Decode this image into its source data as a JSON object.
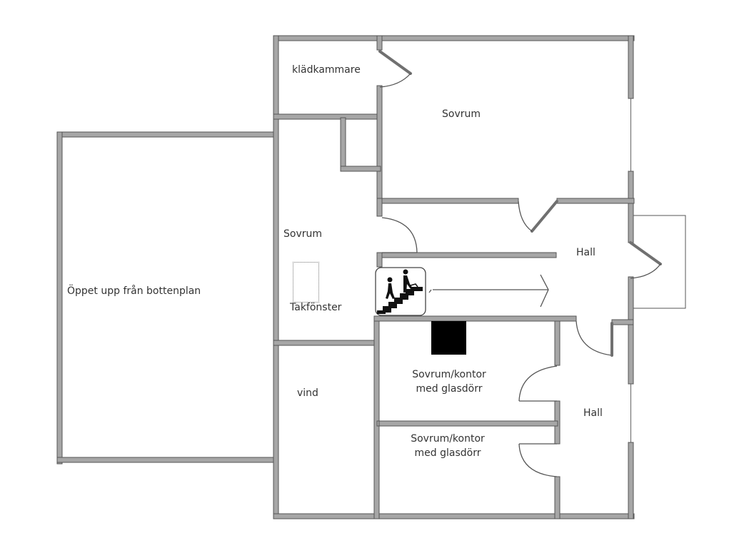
{
  "plan": {
    "type": "floor plan",
    "wall_color": "#a6a6a6",
    "wall_edge_color": "#5a5a5a",
    "background": "#ffffff"
  },
  "rooms": {
    "kladkammare": {
      "label": "klädkammare"
    },
    "sovrum_top": {
      "label": "Sovrum"
    },
    "sovrum_left": {
      "label": "Sovrum"
    },
    "takfonster": {
      "label": "Takfönster"
    },
    "hall_upper": {
      "label": "Hall"
    },
    "hall_lower": {
      "label": "Hall"
    },
    "open_area": {
      "label": "Öppet upp från bottenplan"
    },
    "vind": {
      "label": "vind"
    },
    "office_1": {
      "line1": "Sovrum/kontor",
      "line2": "med glasdörr"
    },
    "office_2": {
      "line1": "Sovrum/kontor",
      "line2": "med glasdörr"
    }
  },
  "symbols": {
    "stairs": "stairs-with-people-icon",
    "stair_direction": "arrow-right",
    "chimney": "filled-black-square"
  }
}
